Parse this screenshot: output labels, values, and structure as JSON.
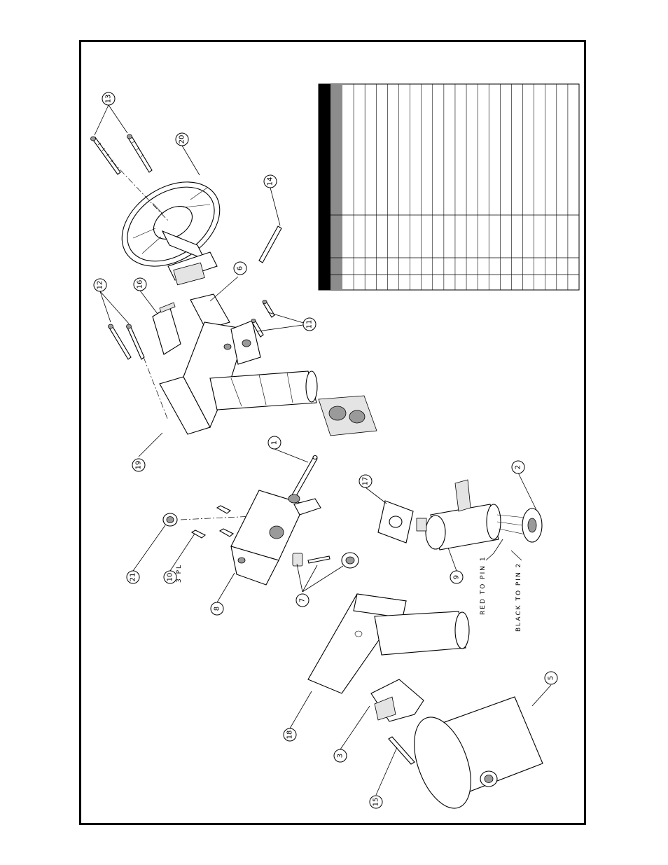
{
  "balloons": [
    {
      "id": "13",
      "label": "13"
    },
    {
      "id": "12",
      "label": "12"
    },
    {
      "id": "16",
      "label": "16"
    },
    {
      "id": "20",
      "label": "20"
    },
    {
      "id": "14",
      "label": "14"
    },
    {
      "id": "6",
      "label": "6"
    },
    {
      "id": "11",
      "label": "11"
    },
    {
      "id": "19",
      "label": "19"
    },
    {
      "id": "1",
      "label": "1"
    },
    {
      "id": "21",
      "label": "21"
    },
    {
      "id": "10",
      "label": "10"
    },
    {
      "id": "8",
      "label": "8"
    },
    {
      "id": "7",
      "label": "7"
    },
    {
      "id": "17",
      "label": "17"
    },
    {
      "id": "2",
      "label": "2"
    },
    {
      "id": "9",
      "label": "9"
    },
    {
      "id": "18",
      "label": "18"
    },
    {
      "id": "3",
      "label": "3"
    },
    {
      "id": "15",
      "label": "15"
    },
    {
      "id": "5",
      "label": "5"
    }
  ],
  "notes": {
    "qty_10": "3 PL",
    "wire_red": "RED TO PIN 1",
    "wire_black": "BLACK TO PIN 2"
  },
  "parts_table": {
    "row_count": 20
  },
  "colors": {
    "line": "#000000",
    "header_dark": "#000000",
    "header_gray": "#8c8c8c"
  }
}
